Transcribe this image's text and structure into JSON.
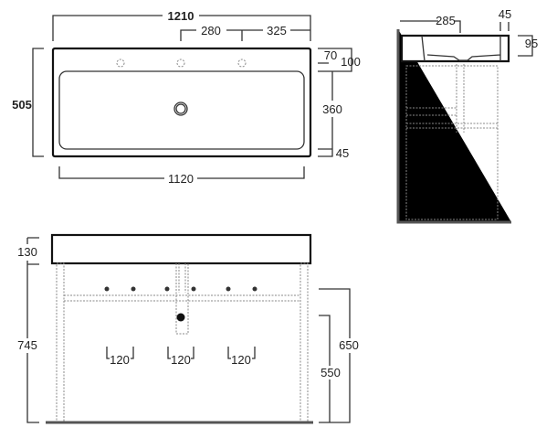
{
  "top_view": {
    "overall_width": "1210",
    "tap_spacing": "280",
    "tap_offset": "325",
    "depth": "505",
    "rear_to_tap": "70",
    "rear_to_basin": "100",
    "basin_depth": "360",
    "front_rim": "45",
    "basin_width": "1120"
  },
  "side_view": {
    "drain_offset": "285",
    "rim_width": "45",
    "height": "95"
  },
  "front_view": {
    "basin_height": "130",
    "total_height": "745",
    "rail_height": "650",
    "drain_height": "550",
    "tap_spacings": [
      "120",
      "120",
      "120"
    ]
  }
}
